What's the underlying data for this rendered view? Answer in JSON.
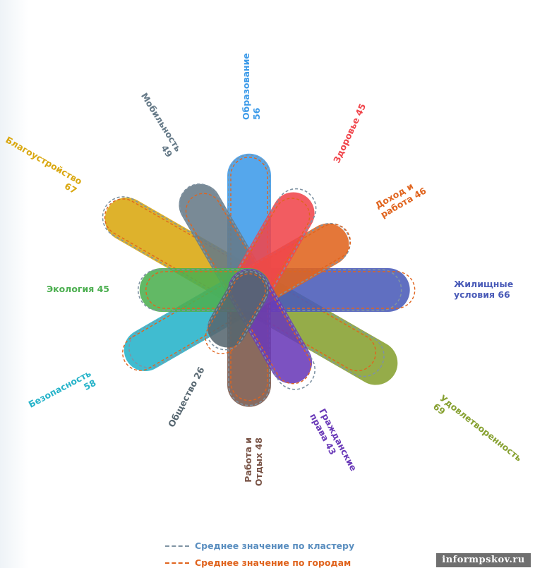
{
  "chart_data": {
    "type": "radial-bar",
    "categories": [
      {
        "name": "Образование",
        "value": "56",
        "color": "#3d9be9"
      },
      {
        "name": "Здоровье",
        "value": "45",
        "color": "#f0454b"
      },
      {
        "name": "Доход и работа",
        "value": "46",
        "color": "#e0641e"
      },
      {
        "name": "Жилищные условия",
        "value": "66",
        "color": "#4a5bb8"
      },
      {
        "name": "Удовлетворенность",
        "value": "69",
        "color": "#86a030"
      },
      {
        "name": "Гражданские права",
        "value": "43",
        "color": "#6a3ab8"
      },
      {
        "name": "Работа и Отдых",
        "value": "48",
        "color": "#7a5548"
      },
      {
        "name": "Общество",
        "value": "26",
        "color": "#566670"
      },
      {
        "name": "Безопасность",
        "value": "58",
        "color": "#26b3c9"
      },
      {
        "name": "Экология",
        "value": "45",
        "color": "#4caf50"
      },
      {
        "name": "Благоустройство",
        "value": "67",
        "color": "#d9a70f"
      },
      {
        "name": "Мобильность",
        "value": "49",
        "color": "#667a88"
      }
    ],
    "legend": [
      {
        "label": "Среднее значение по кластеру",
        "color": "#7f93a3"
      },
      {
        "label": "Среднее значение по городам",
        "color": "#e0641e"
      }
    ]
  },
  "watermark": "informpskov.ru"
}
